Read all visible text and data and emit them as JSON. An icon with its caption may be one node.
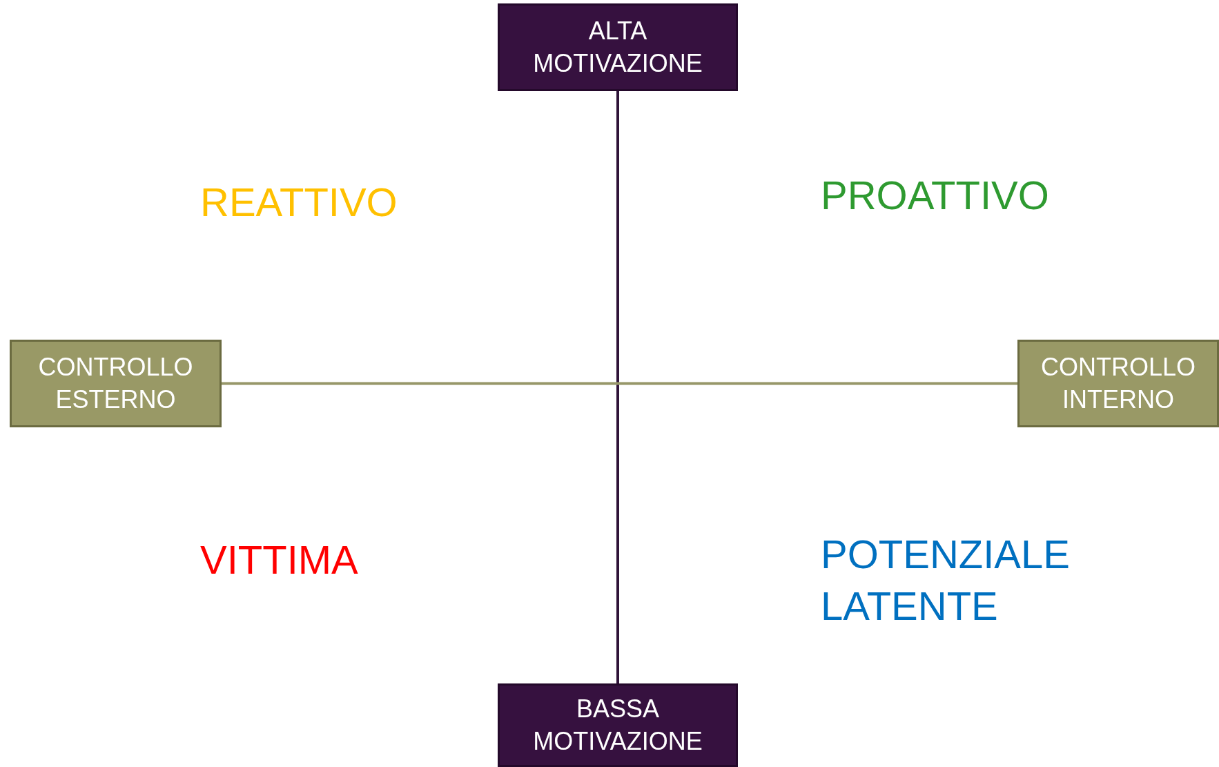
{
  "diagram": {
    "nodes": [
      {
        "text": [
          "ALTA MOTIVAZIONE"
        ]
      },
      {
        "text": [
          "CONTROLLO ESTERNO"
        ]
      },
      {
        "text": [
          "CONTROLLO INTERNO"
        ]
      },
      {
        "text": [
          "BASSA MOTIVAZIONE"
        ]
      }
    ],
    "edges": [
      {
        "from": 0,
        "to": 3,
        "arrow": "none",
        "color": "#2f1339"
      },
      {
        "from": 1,
        "to": 2,
        "arrow": "none",
        "color": "#979769"
      }
    ],
    "labels": [
      "REATTIVO",
      "PROATTIVO",
      "VITTIMA",
      "POTENZIALE LATENTE"
    ]
  }
}
